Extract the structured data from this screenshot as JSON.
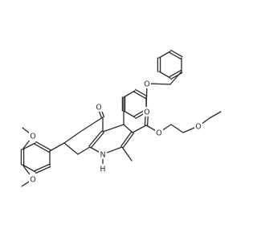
{
  "molecule": {
    "atoms": [
      {
        "id": "B1",
        "el": "C"
      },
      {
        "id": "B2",
        "el": "C"
      },
      {
        "id": "B3",
        "el": "C"
      },
      {
        "id": "B4",
        "el": "C"
      },
      {
        "id": "B5",
        "el": "C"
      },
      {
        "id": "B6",
        "el": "C"
      },
      {
        "id": "CH2",
        "el": "C"
      },
      {
        "id": "O1",
        "el": "O",
        "label": "O"
      },
      {
        "id": "P1",
        "el": "C"
      },
      {
        "id": "P2",
        "el": "C"
      },
      {
        "id": "P3",
        "el": "C"
      },
      {
        "id": "P4",
        "el": "C"
      },
      {
        "id": "P5",
        "el": "C"
      },
      {
        "id": "P6",
        "el": "C"
      },
      {
        "id": "C4",
        "el": "C"
      },
      {
        "id": "C4a",
        "el": "C"
      },
      {
        "id": "C5",
        "el": "C"
      },
      {
        "id": "O5",
        "el": "O",
        "label": "O"
      },
      {
        "id": "C6",
        "el": "C"
      },
      {
        "id": "C7",
        "el": "C"
      },
      {
        "id": "C8",
        "el": "C"
      },
      {
        "id": "C8a",
        "el": "C"
      },
      {
        "id": "N1",
        "el": "N",
        "label": "N"
      },
      {
        "id": "H1",
        "el": "H",
        "label": "H"
      },
      {
        "id": "C2",
        "el": "C"
      },
      {
        "id": "Me2",
        "el": "C"
      },
      {
        "id": "C3",
        "el": "C"
      },
      {
        "id": "Cc",
        "el": "C"
      },
      {
        "id": "Oc",
        "el": "O",
        "label": "O"
      },
      {
        "id": "Oe",
        "el": "O",
        "label": "O"
      },
      {
        "id": "E1",
        "el": "C"
      },
      {
        "id": "E2",
        "el": "C"
      },
      {
        "id": "Oeth",
        "el": "O",
        "label": "O"
      },
      {
        "id": "E3",
        "el": "C"
      },
      {
        "id": "E4",
        "el": "C"
      },
      {
        "id": "A1",
        "el": "C"
      },
      {
        "id": "A2",
        "el": "C"
      },
      {
        "id": "A3",
        "el": "C"
      },
      {
        "id": "A4",
        "el": "C"
      },
      {
        "id": "A5",
        "el": "C"
      },
      {
        "id": "A6",
        "el": "C"
      },
      {
        "id": "Om3",
        "el": "O",
        "label": "O"
      },
      {
        "id": "Cm3",
        "el": "C"
      },
      {
        "id": "Om4",
        "el": "O",
        "label": "O"
      },
      {
        "id": "Cm4",
        "el": "C"
      }
    ],
    "bonds": [
      [
        "B1",
        "B2",
        2
      ],
      [
        "B2",
        "B3",
        1
      ],
      [
        "B3",
        "B4",
        2
      ],
      [
        "B4",
        "B5",
        1
      ],
      [
        "B5",
        "B6",
        2
      ],
      [
        "B6",
        "B1",
        1
      ],
      [
        "B3",
        "CH2",
        1
      ],
      [
        "CH2",
        "O1",
        1
      ],
      [
        "O1",
        "P3",
        1
      ],
      [
        "P1",
        "P2",
        2
      ],
      [
        "P2",
        "P3",
        1
      ],
      [
        "P3",
        "P4",
        2
      ],
      [
        "P4",
        "P5",
        1
      ],
      [
        "P5",
        "P6",
        2
      ],
      [
        "P6",
        "P1",
        1
      ],
      [
        "P6",
        "C4",
        1
      ],
      [
        "C4",
        "C4a",
        1
      ],
      [
        "C4",
        "C3",
        1
      ],
      [
        "C3",
        "C2",
        2
      ],
      [
        "C2",
        "N1",
        1
      ],
      [
        "N1",
        "C8a",
        1
      ],
      [
        "C8a",
        "C4a",
        2
      ],
      [
        "C4a",
        "C5",
        1
      ],
      [
        "C5",
        "O5",
        2
      ],
      [
        "C5",
        "C6",
        1
      ],
      [
        "C6",
        "C7",
        1
      ],
      [
        "C7",
        "C8",
        1
      ],
      [
        "C8",
        "C8a",
        1
      ],
      [
        "N1",
        "H1",
        1
      ],
      [
        "C2",
        "Me2",
        1
      ],
      [
        "C3",
        "Cc",
        1
      ],
      [
        "Cc",
        "Oc",
        2
      ],
      [
        "Cc",
        "Oe",
        1
      ],
      [
        "Oe",
        "E1",
        1
      ],
      [
        "E1",
        "E2",
        1
      ],
      [
        "E2",
        "Oeth",
        1
      ],
      [
        "Oeth",
        "E3",
        1
      ],
      [
        "E3",
        "E4",
        1
      ],
      [
        "C7",
        "A1",
        1
      ],
      [
        "A1",
        "A2",
        2
      ],
      [
        "A2",
        "A3",
        1
      ],
      [
        "A3",
        "A4",
        2
      ],
      [
        "A4",
        "A5",
        1
      ],
      [
        "A5",
        "A6",
        2
      ],
      [
        "A6",
        "A1",
        1
      ],
      [
        "A3",
        "Om3",
        1
      ],
      [
        "Om3",
        "Cm3",
        1
      ],
      [
        "A4",
        "Om4",
        1
      ],
      [
        "Om4",
        "Cm4",
        1
      ]
    ]
  }
}
